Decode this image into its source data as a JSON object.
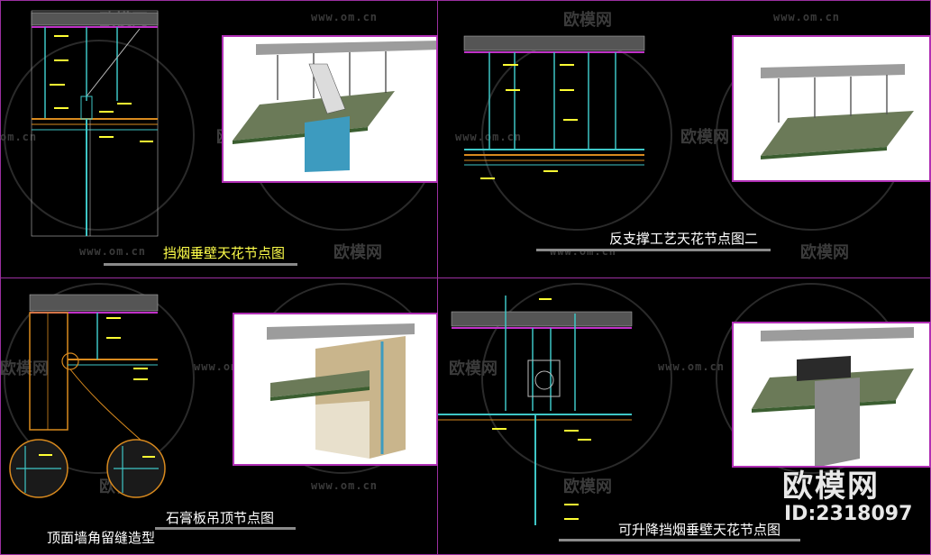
{
  "panels": [
    {
      "title": "挡烟垂壁天花节点图",
      "title_color": "#ffff4a"
    },
    {
      "title": "反支撑工艺天花节点图二",
      "title_color": "#ffffff"
    },
    {
      "title": "石膏板吊顶节点图",
      "title_color": "#ffffff"
    },
    {
      "title": "可升降挡烟垂壁天花节点图",
      "title_color": "#ffffff"
    }
  ],
  "extra_label": "顶面墙角留缝造型",
  "watermark": {
    "url": "www.om.cn",
    "url_short": "om.cn",
    "logo": "欧模网",
    "big_logo": "欧模网",
    "id": "ID:2318097"
  },
  "colors": {
    "background": "#000000",
    "frame": "#9b2fa0",
    "cad_cyan": "#3ec6c6",
    "cad_yellow": "#ffff33",
    "cad_orange": "#d98a1e",
    "cad_magenta": "#c030c8"
  }
}
